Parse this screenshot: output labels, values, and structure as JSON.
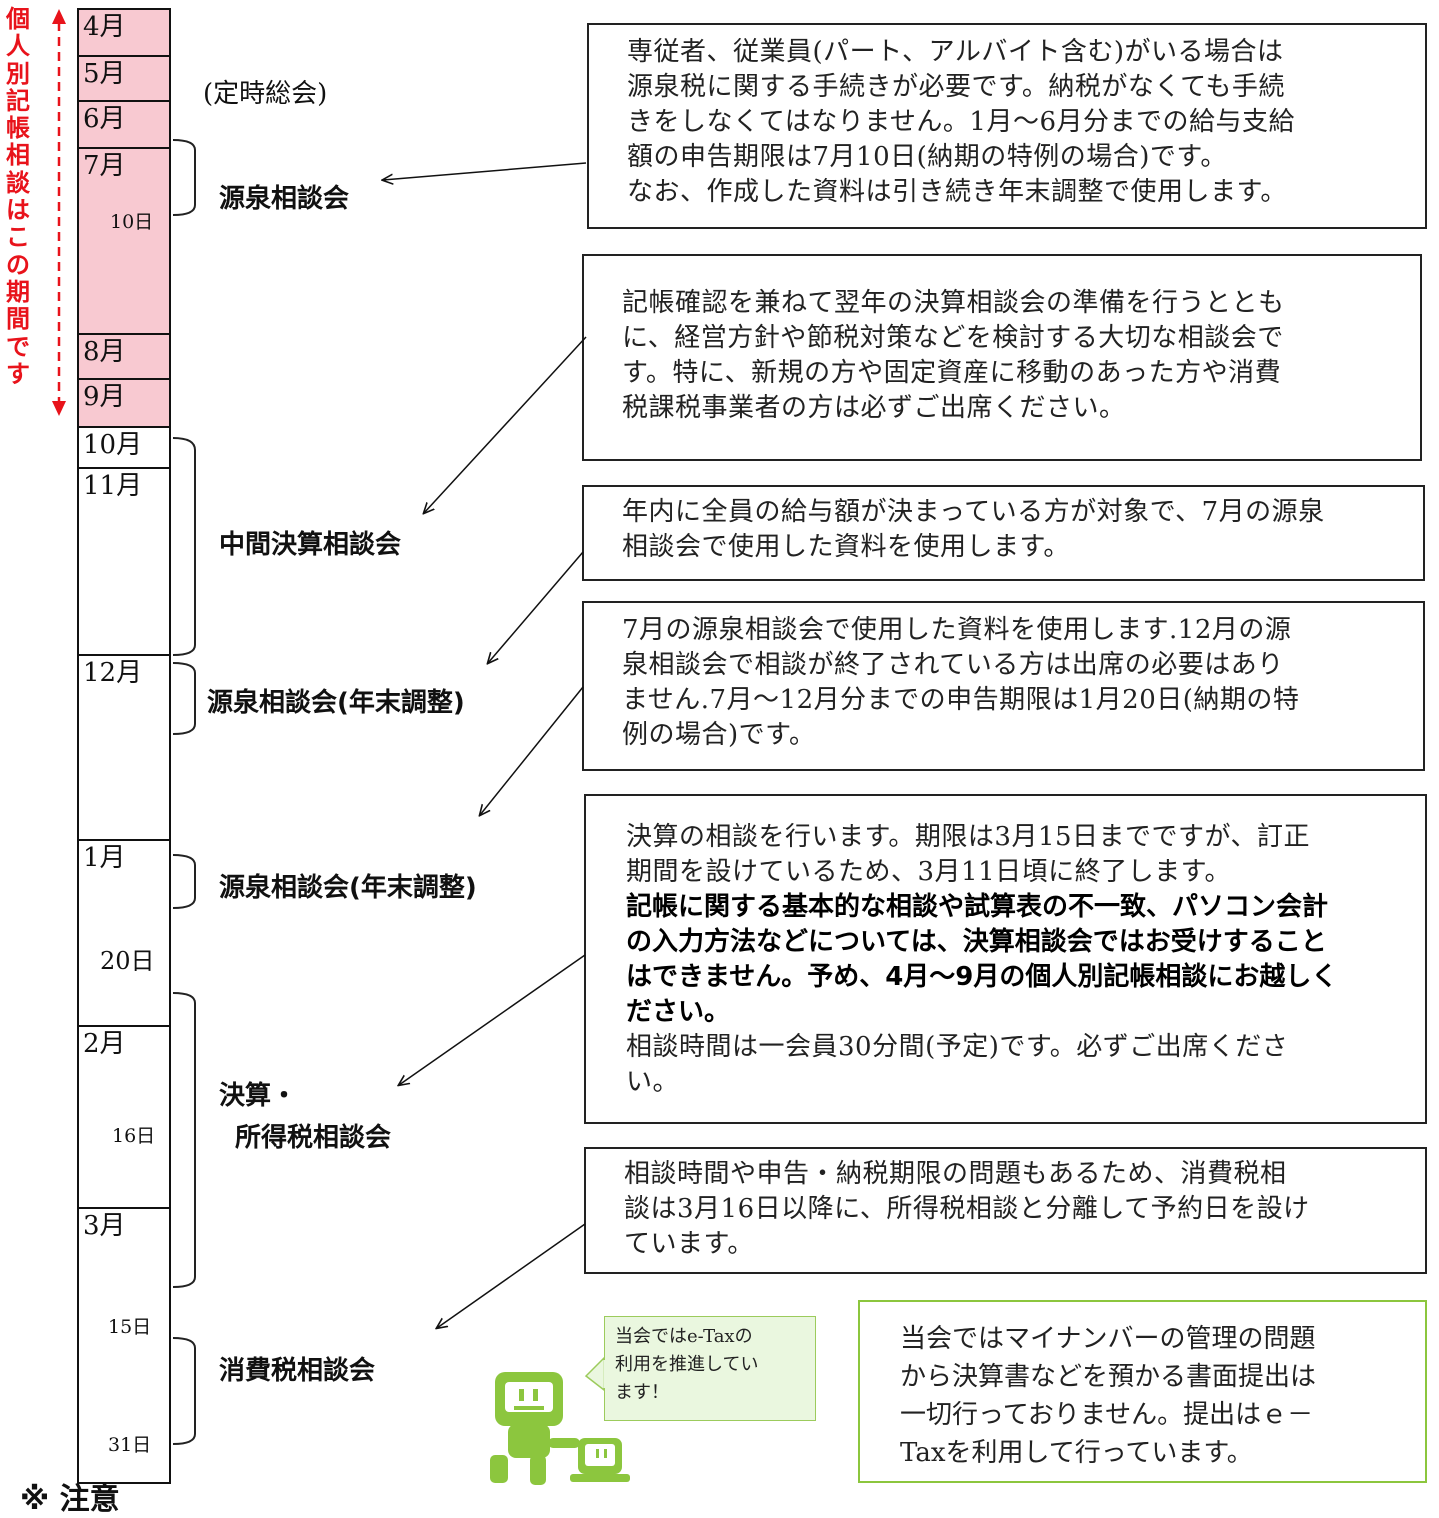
{
  "side_label": "個人別記帳相談はこの期間です",
  "months": {
    "apr": "4月",
    "may": "5月",
    "jun": "6月",
    "jul": "7月",
    "aug": "8月",
    "sep": "9月",
    "oct": "10月",
    "nov": "11月",
    "dec": "12月",
    "jan": "1月",
    "feb": "2月",
    "mar": "3月"
  },
  "days": {
    "jul10": "10日",
    "jan20": "20日",
    "feb16": "16日",
    "mar15": "15日",
    "mar31": "31日"
  },
  "annual_meeting": "(定時総会)",
  "stages": {
    "withholding": "源泉相談会",
    "interim": "中間決算相談会",
    "yearend_dec": "源泉相談会(年末調整)",
    "yearend_jan": "源泉相談会(年末調整)",
    "settlement_1": "決算・",
    "settlement_2": "所得税相談会",
    "consumption": "消費税相談会"
  },
  "boxes": {
    "withholding": [
      "専従者、従業員(パート、アルバイト含む)がいる場合は",
      "源泉税に関する手続きが必要です。納税がなくても手続",
      "きをしなくてはなりません。1月～6月分までの給与支給",
      "額の申告期限は7月10日(納期の特例の場合)です。",
      "なお、作成した資料は引き続き年末調整で使用します。"
    ],
    "interim": [
      "記帳確認を兼ねて翌年の決算相談会の準備を行うととも",
      "に、経営方針や節税対策などを検討する大切な相談会で",
      "す。特に、新規の方や固定資産に移動のあった方や消費",
      "税課税事業者の方は必ずご出席ください。"
    ],
    "yearend_dec": [
      "年内に全員の給与額が決まっている方が対象で、7月の源泉",
      "相談会で使用した資料を使用します。"
    ],
    "yearend_jan": [
      "7月の源泉相談会で使用した資料を使用します.12月の源",
      "泉相談会で相談が終了されている方は出席の必要はあり",
      "ません.7月～12月分までの申告期限は1月20日(納期の特",
      "例の場合)です。"
    ],
    "settlement": {
      "normal_top": [
        "決算の相談を行います。期限は3月15日までですが、訂正",
        "期間を設けているため、3月11日頃に終了します。"
      ],
      "bold": [
        "記帳に関する基本的な相談や試算表の不一致、パソコン会計",
        "の入力方法などについては、決算相談会ではお受けすること",
        "はできません。予め、4月～9月の個人別記帳相談にお越しく",
        "ださい。"
      ],
      "normal_bottom": [
        "相談時間は一会員30分間(予定)です。必ずご出席くださ",
        "い。"
      ]
    },
    "consumption": [
      "相談時間や申告・納税期限の問題もあるため、消費税相",
      "談は3月16日以降に、所得税相談と分離して予約日を設け",
      "ています。"
    ]
  },
  "bubble": [
    "当会ではe-Taxの",
    "利用を推進してい",
    "ます！"
  ],
  "mynumber": [
    "当会ではマイナンバーの管理の問題",
    "から決算書などを預かる書面提出は",
    "一切行っておりません。提出はｅ－",
    "Taxを利用して行っています。"
  ],
  "note": "※ 注意",
  "colors": {
    "red": "#e8131b",
    "pink": "#f8c9d1",
    "green": "#8cc63e",
    "mascot": "#8cc63e"
  }
}
